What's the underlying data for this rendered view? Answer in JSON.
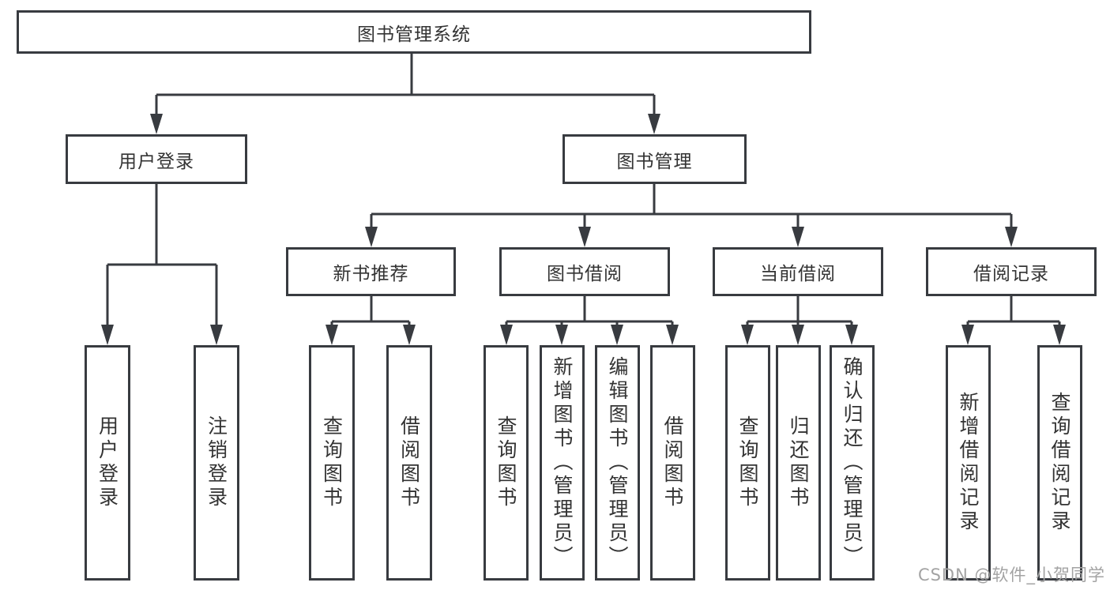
{
  "diagram": {
    "root": "图书管理系统",
    "user_login": {
      "label": "用户登录",
      "children": [
        "用户登录",
        "注销登录"
      ]
    },
    "book_management": {
      "label": "图书管理",
      "modules": [
        {
          "label": "新书推荐",
          "children": [
            "查询图书",
            "借阅图书"
          ]
        },
        {
          "label": "图书借阅",
          "children": [
            "查询图书",
            "新增图书（管理员）",
            "编辑图书（管理员）",
            "借阅图书"
          ]
        },
        {
          "label": "当前借阅",
          "children": [
            "查询图书",
            "归还图书",
            "确认归还（管理员）"
          ]
        },
        {
          "label": "借阅记录",
          "children": [
            "新增借阅记录",
            "查询借阅记录"
          ]
        }
      ]
    }
  },
  "watermark": "CSDN @软件_小贺同学",
  "colors": {
    "line": "#383b40",
    "border": "#383b40",
    "text": "#333333",
    "background": "#ffffff",
    "watermark": "#a3a3a3"
  }
}
